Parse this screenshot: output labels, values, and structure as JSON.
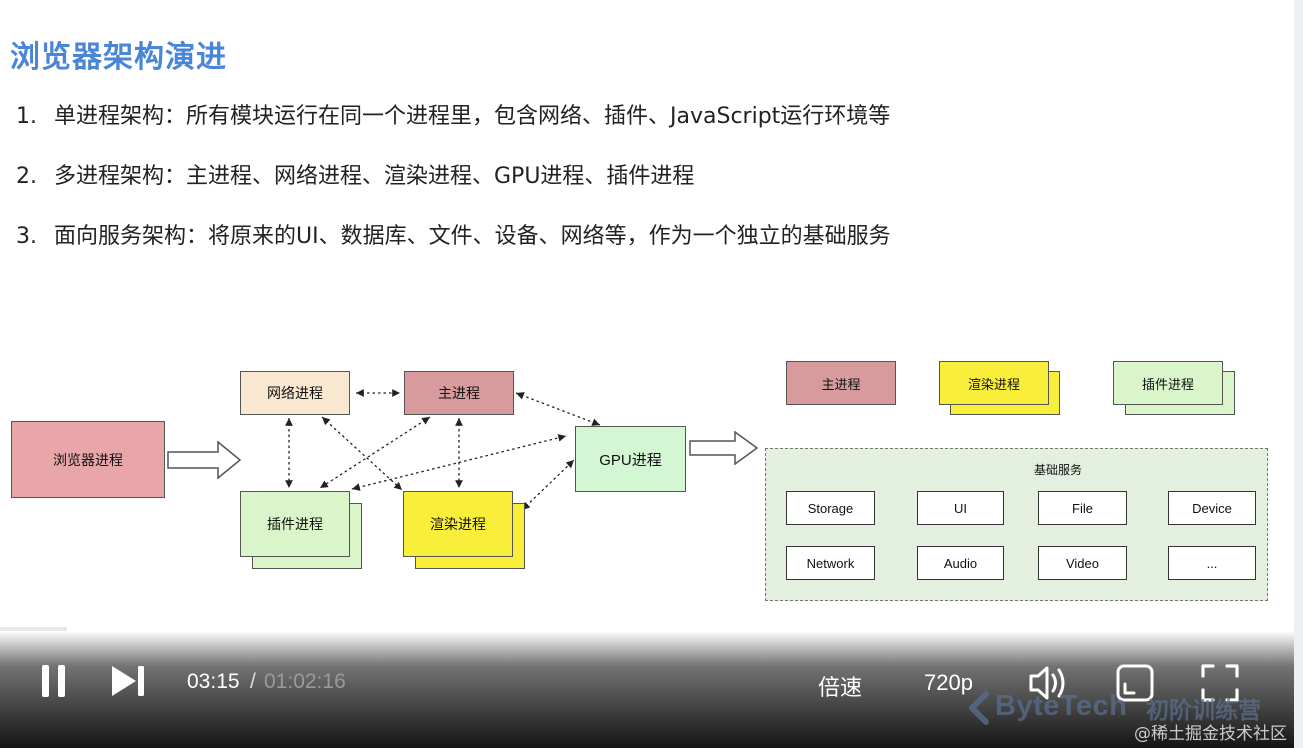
{
  "slide": {
    "title": "浏览器架构演进",
    "bullets": [
      {
        "num": "1.",
        "text": "单进程架构：所有模块运行在同一个进程里，包含网络、插件、JavaScript运行环境等"
      },
      {
        "num": "2.",
        "text": "多进程架构：主进程、网络进程、渲染进程、GPU进程、插件进程"
      },
      {
        "num": "3.",
        "text": "面向服务架构：将原来的UI、数据库、文件、设备、网络等，作为一个独立的基础服务"
      }
    ],
    "diagram": {
      "browser_process": "浏览器进程",
      "network_process": "网络进程",
      "main_process": "主进程",
      "plugin_process": "插件进程",
      "render_process": "渲染进程",
      "gpu_process": "GPU进程",
      "soa_main": "主进程",
      "soa_render": "渲染进程",
      "soa_plugin": "插件进程",
      "services_title": "基础服务",
      "services": [
        "Storage",
        "UI",
        "File",
        "Device",
        "Network",
        "Audio",
        "Video",
        "..."
      ]
    },
    "colors": {
      "title": "#4a86d8",
      "browser": "#e8a6a8",
      "network": "#f8e8cf",
      "main": "#d79b9d",
      "plugin": "#d9f5c9",
      "render": "#f9ef3a",
      "gpu": "#d3f7d3",
      "services_bg": "#e4f0df"
    }
  },
  "player": {
    "current_time": "03:15",
    "separator": "/",
    "duration": "01:02:16",
    "progress_percent": 5.2,
    "speed_label": "倍速",
    "quality_label": "720p",
    "icons": [
      "pause-icon",
      "next-icon",
      "volume-icon",
      "picture-in-picture-icon",
      "fullscreen-icon"
    ]
  },
  "watermarks": {
    "brand": "ByteTech",
    "camp": "初阶训练营",
    "juejin": "@稀土掘金技术社区"
  }
}
